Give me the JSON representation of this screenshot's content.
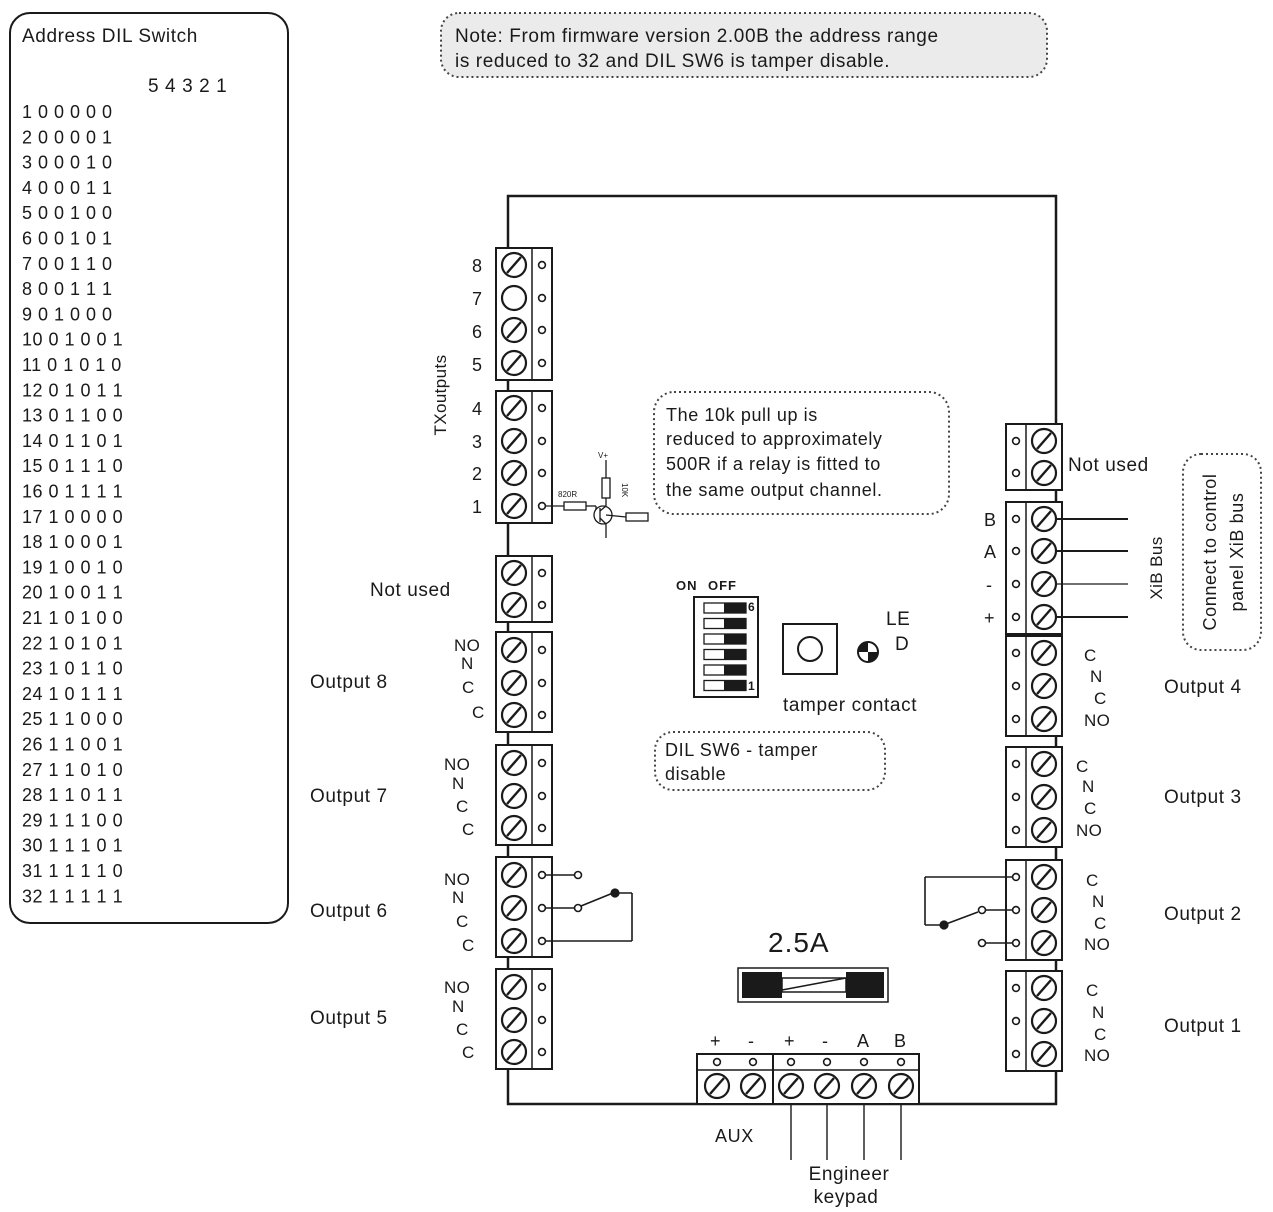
{
  "address_table": {
    "title": "Address DIL Switch",
    "header": "5 4 3 2 1",
    "rows": [
      "1 0 0 0 0 0",
      "2 0 0 0 0 1",
      "3 0 0 0 1 0",
      "4 0 0 0 1 1",
      "5 0 0 1 0 0",
      "6 0 0 1 0 1",
      "7 0 0 1 1 0",
      "8 0 0 1 1 1",
      "9 0 1 0 0 0",
      "10 0 1 0 0 1",
      "11 0 1 0 1 0",
      "12 0 1 0 1 1",
      "13 0 1 1 0 0",
      "14 0 1 1 0 1",
      "15 0 1 1 1 0",
      "16 0 1 1 1 1",
      "17 1 0 0 0 0",
      "18 1 0 0 0 1",
      "19 1 0 0 1 0",
      "20 1 0 0 1 1",
      "21 1 0 1 0 0",
      "22 1 0 1 0 1",
      "23 1 0 1 1 0",
      "24 1 0 1 1 1",
      "25 1 1 0 0 0",
      "26 1 1 0 0 1",
      "27 1 1 0 1 0",
      "28 1 1 0 1 1",
      "29 1 1 1 0 0",
      "30 1 1 1 0 1",
      "31 1 1 1 1 0",
      "32 1 1 1 1 1"
    ]
  },
  "notes": {
    "firmware_line1": "Note: From firmware version 2.00B the address range",
    "firmware_line2": "is reduced to 32 and DIL SW6 is tamper disable.",
    "pullup_line1": "The 10k pull up is",
    "pullup_line2": "reduced to approximately",
    "pullup_line3": "500R if a relay is fitted to",
    "pullup_line4": "the same output channel.",
    "dil_line1": "DIL SW6 - tamper",
    "dil_line2": "disable"
  },
  "tx": {
    "group_label": "TXoutputs",
    "pins": [
      "8",
      "7",
      "6",
      "5",
      "4",
      "3",
      "2",
      "1"
    ],
    "res_820": "820R",
    "res_10k": "10K",
    "vplus": "V+"
  },
  "left_labels": {
    "not_used": "Not used",
    "output8": "Output 8",
    "output7": "Output 7",
    "output6": "Output 6",
    "output5": "Output 5"
  },
  "right_labels": {
    "not_used": "Not used",
    "bus_b": "B",
    "bus_a": "A",
    "bus_minus": "-",
    "bus_plus": "+",
    "xib_bus": "XiB Bus",
    "connect_line1": "Connect to control",
    "connect_line2": "panel XiB bus",
    "output4": "Output 4",
    "output3": "Output 3",
    "output2": "Output 2",
    "output1": "Output 1"
  },
  "relay_pins": {
    "no": "NO",
    "n": "N",
    "c": "C"
  },
  "dil_switch": {
    "on": "ON",
    "off": "OFF",
    "num6": "6",
    "num1": "1"
  },
  "center": {
    "led_line1": "LE",
    "led_line2": "D",
    "tamper": "tamper contact",
    "fuse": "2.5A"
  },
  "bottom": {
    "pins": [
      "+",
      "-",
      "+",
      "-",
      "A",
      "B"
    ],
    "aux": "AUX",
    "eng_line1": "Engineer",
    "eng_line2": "keypad"
  }
}
